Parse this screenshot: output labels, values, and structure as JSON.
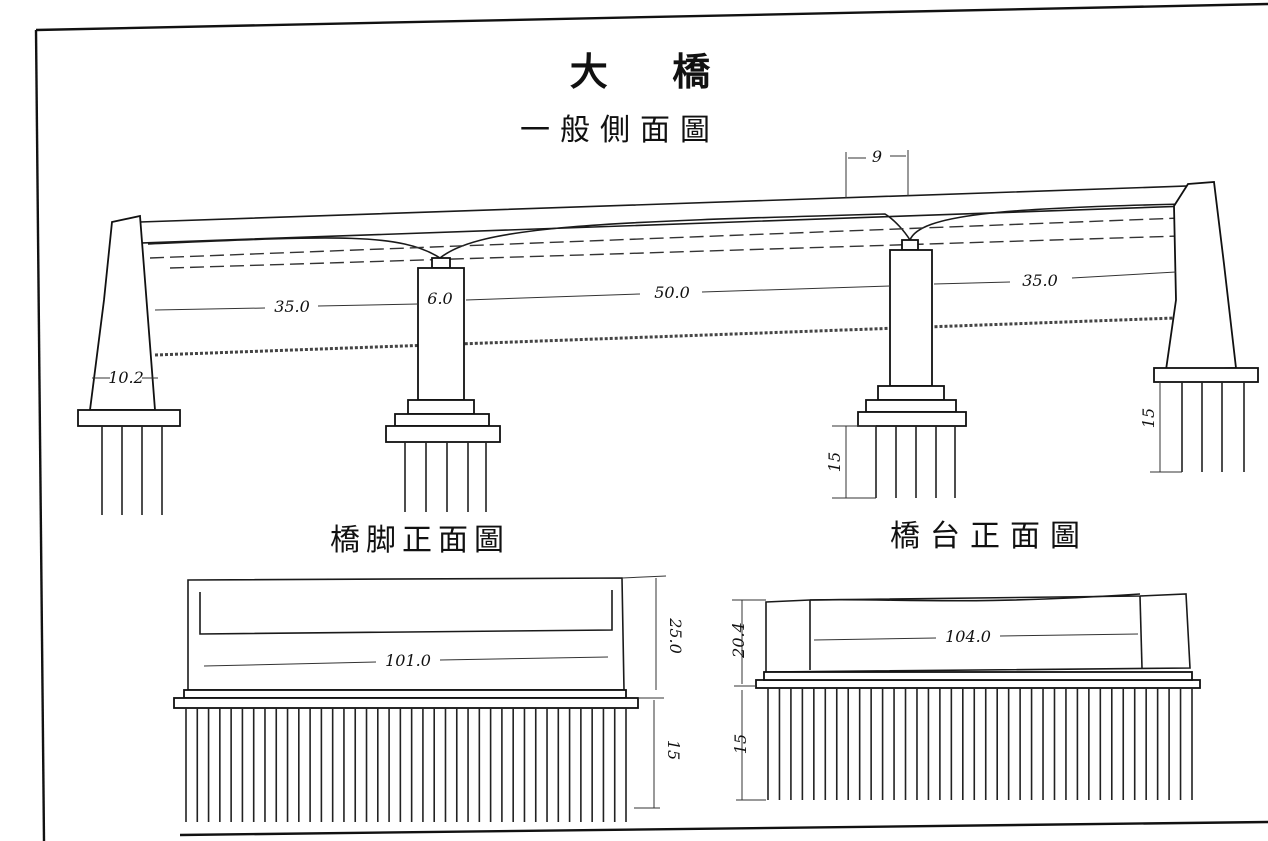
{
  "title": "大 　 橋",
  "subtitle": "一般側面圖",
  "views": {
    "pier_front": "橋脚正面圖",
    "abutment_front": "橋台正面圖"
  },
  "dimensions": {
    "span_left": "35.0",
    "span_center": "50.0",
    "span_right": "35.0",
    "pier_width": "6.0",
    "abutment_base": "10.2",
    "cantilever": "9",
    "pile_pier": "15",
    "pile_abutment": "15",
    "pier_front_width": "101.0",
    "pier_front_height": "25.0",
    "pier_front_pile": "15",
    "abutment_front_width": "104.0",
    "abutment_front_height": "20.4",
    "abutment_front_pile": "15"
  }
}
